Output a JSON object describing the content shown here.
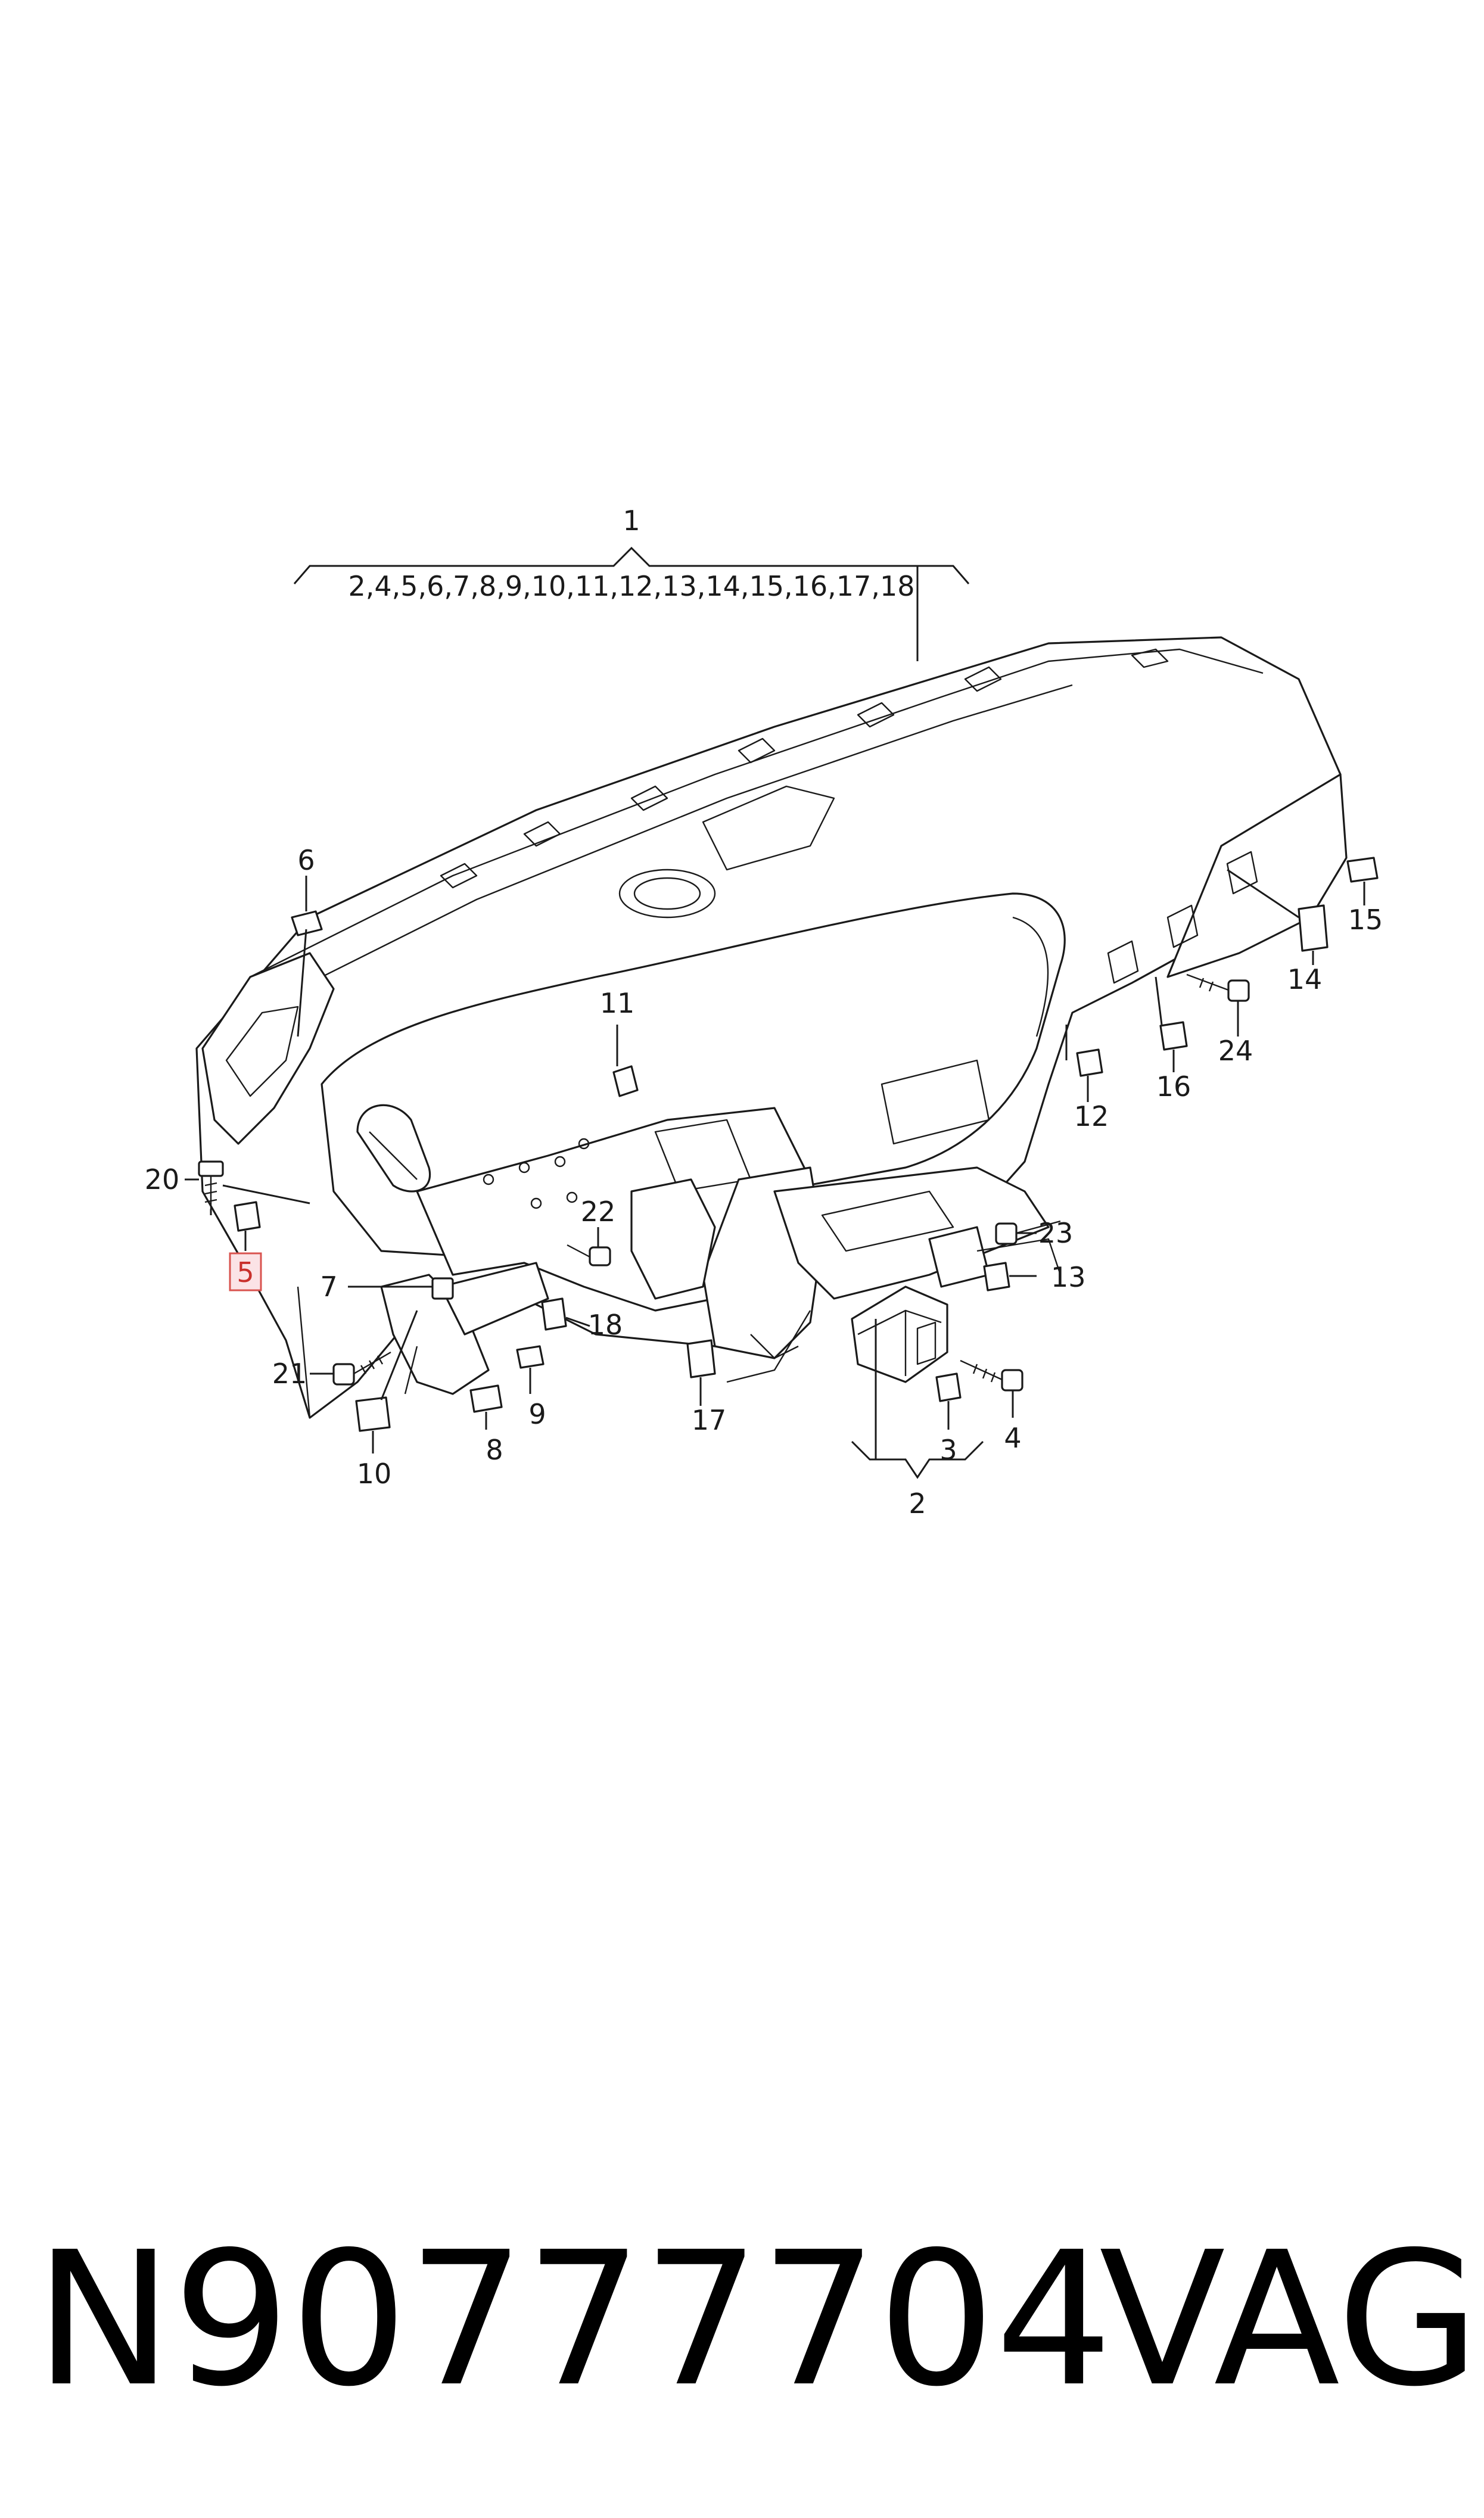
{
  "diagram": {
    "callouts": {
      "c1": "1",
      "c1_group": "2,4,5,6,7,8,9,10,11,12,13,14,15,16,17,18",
      "c2": "2",
      "c3": "3",
      "c4": "4",
      "c5": "5",
      "c6": "6",
      "c7": "7",
      "c8": "8",
      "c9": "9",
      "c10": "10",
      "c11": "11",
      "c12": "12",
      "c13": "13",
      "c14": "14",
      "c15": "15",
      "c16": "16",
      "c17": "17",
      "c18": "18",
      "c20": "20",
      "c21": "21",
      "c22": "22",
      "c23": "23",
      "c24": "24"
    },
    "highlighted_callout": "5",
    "highlight_color": "#d9534f"
  },
  "footer": {
    "part_number": "N90777704",
    "brand": "VAG"
  }
}
